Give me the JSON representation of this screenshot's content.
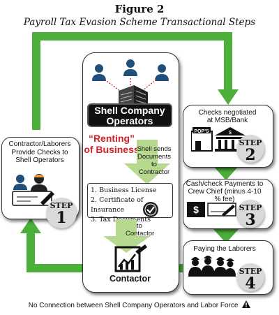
{
  "figure": {
    "title": "Figure 2",
    "subtitle": "Payroll Tax Evasion Scheme Transactional Steps"
  },
  "center": {
    "operators_label": "Shell Company Operators",
    "renting_line1": "“Renting”",
    "renting_line2": "of Business",
    "shell_sends": "Shell sends Documents to Contractor",
    "documents": [
      "1. Business License",
      "2. Certificate of Insurance",
      "3. Tax Documents"
    ],
    "to_contactor": "to Contactor",
    "contactor_label": "Contactor"
  },
  "left_step": {
    "text": "Contractor/Laborers Provide Checks to Shell Operators",
    "step_word": "STEP",
    "step_num": "1"
  },
  "right_steps": [
    {
      "text": "Checks negotiated at MSB/Bank",
      "step_word": "STEP",
      "step_num": "2",
      "sign": "POP'S",
      "currency": "$"
    },
    {
      "text": "Cash/check Payments to Crew Chief (minus 4-10 % fee)",
      "step_word": "STEP",
      "step_num": "3"
    },
    {
      "text": "Paying the Laborers",
      "step_word": "STEP",
      "step_num": "4"
    }
  ],
  "footer": {
    "note": "No Connection between Shell Company Operators and Labor Force"
  },
  "colors": {
    "arrow_green": "#4caf3a",
    "light_green": "#b7d98f",
    "red_text": "#d0202a",
    "card_dark": "#1a1a1a"
  }
}
